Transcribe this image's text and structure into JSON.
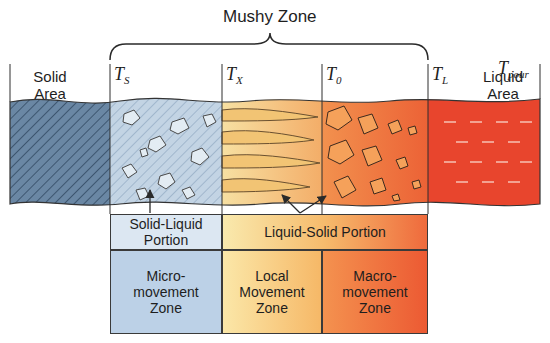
{
  "diagram": {
    "title": "Mushy Zone",
    "nodes": [
      {
        "text": [
          "Solid-Liquid Portion"
        ]
      },
      {
        "text": [
          "Liquid-Solid Portion"
        ]
      },
      {
        "text": [
          "Micro-movement Zone"
        ]
      },
      {
        "text": [
          "Local Movement Zone"
        ]
      },
      {
        "text": [
          "Macro-movement Zone"
        ]
      }
    ],
    "labels": [
      "Solid Area",
      "Liquid Area",
      "TS",
      "TX",
      "T0",
      "TL",
      "Tpour"
    ]
  }
}
